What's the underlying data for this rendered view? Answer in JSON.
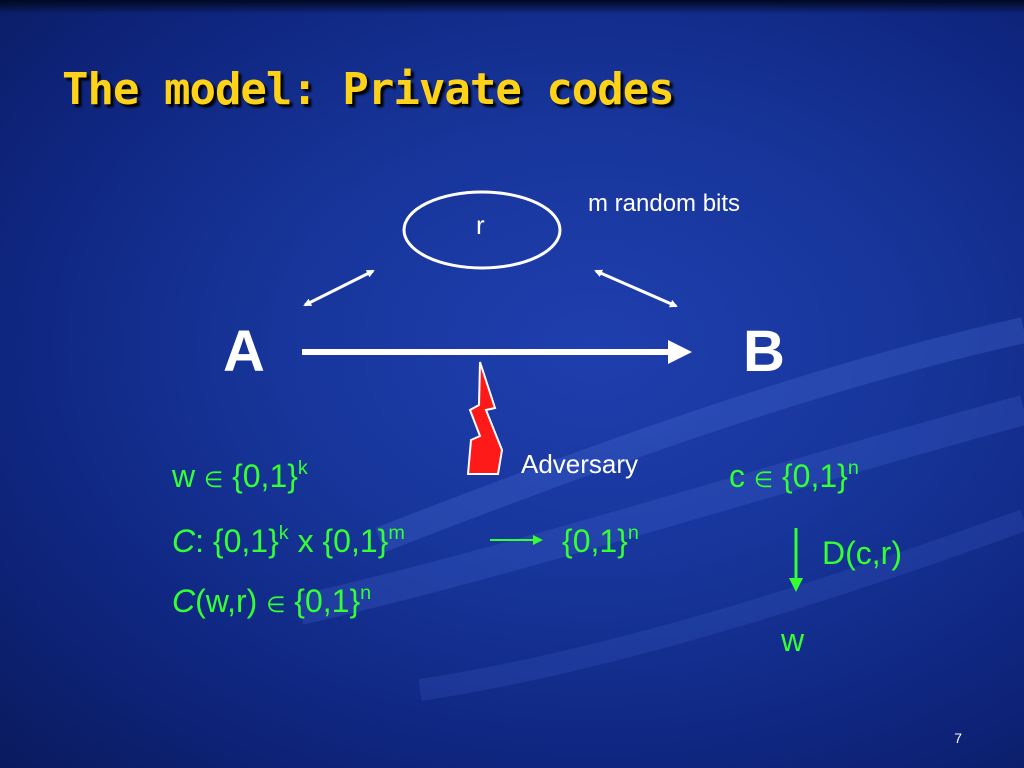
{
  "slide": {
    "title": "The model: Private codes",
    "page_number": "7"
  },
  "diagram": {
    "shared_secret_label": "r",
    "random_bits_note": "m random bits",
    "sender": "A",
    "receiver": "B",
    "adversary_label": "Adversary"
  },
  "formulas": {
    "w_var": "w",
    "in_symbol": "∈",
    "set": "{0,1}",
    "k": "k",
    "m": "m",
    "n": "n",
    "cross": "x",
    "encoder_name": "C",
    "encoder_colon": ":",
    "encoder_applied": "(w,r)",
    "c_var": "c",
    "decoder": "D(c,r)",
    "decoded_output": "w"
  },
  "colors": {
    "title": "#ffd21a",
    "formula_text": "#33ff33",
    "adversary_bolt": "#ff1a1a",
    "background": "#17359a"
  }
}
